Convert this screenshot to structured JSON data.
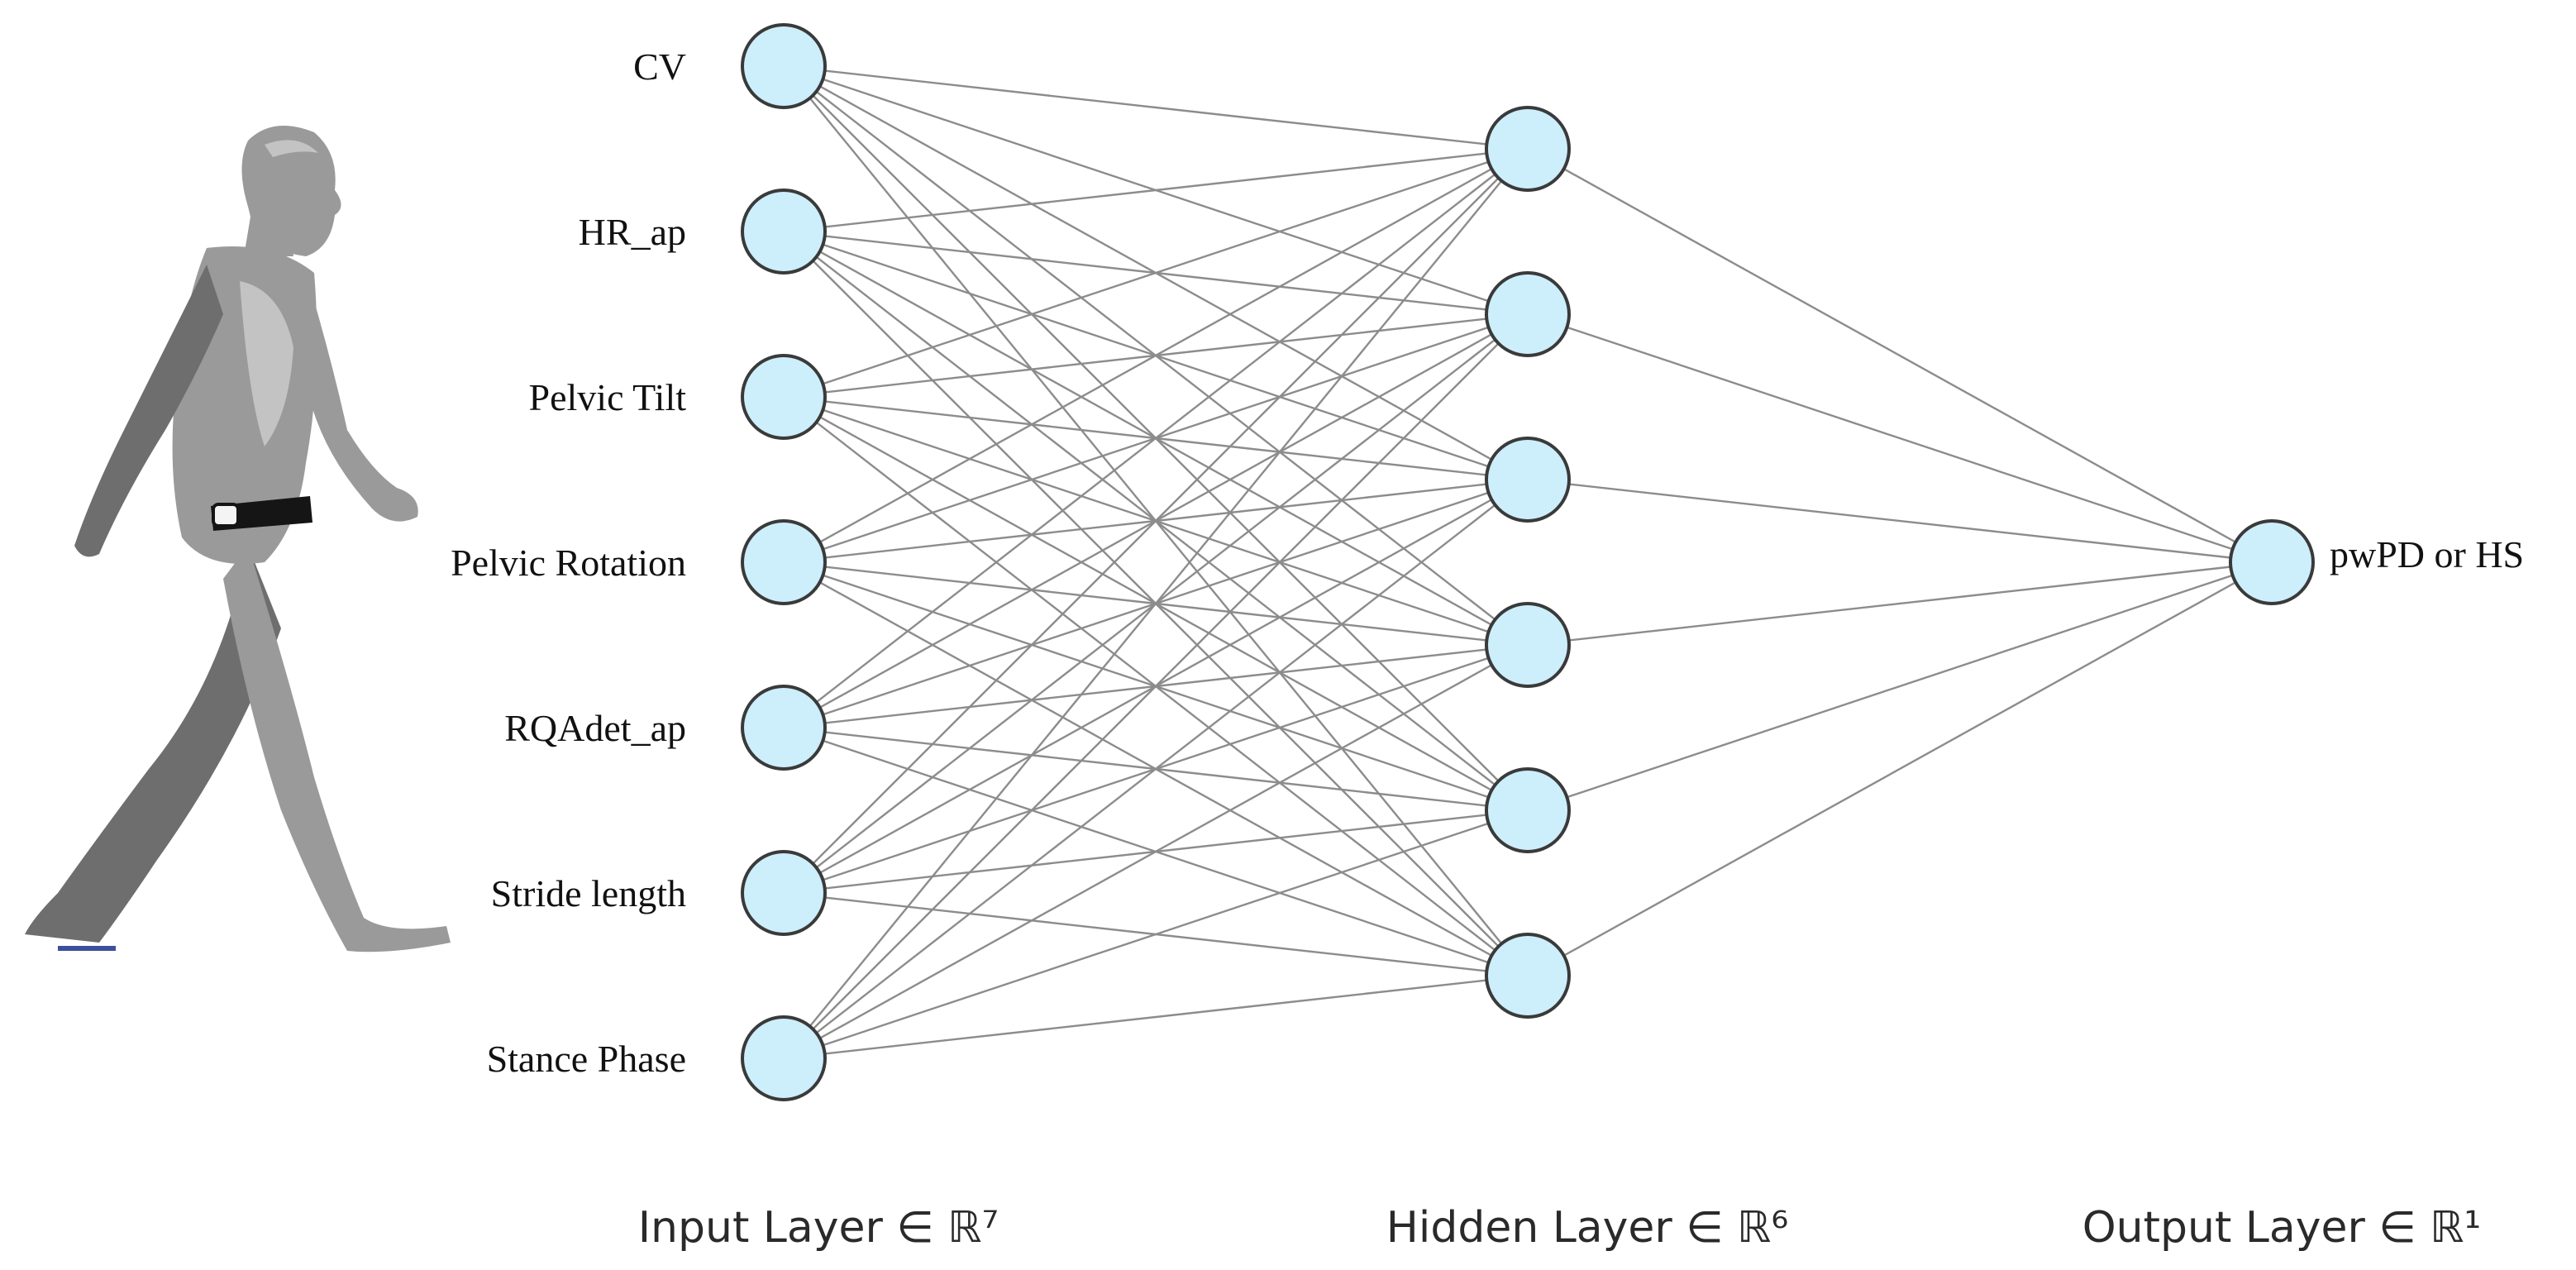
{
  "input_labels": [
    "CV",
    "HR_ap",
    "Pelvic Tilt",
    "Pelvic Rotation",
    "RQAdet_ap",
    "Stride length",
    "Stance Phase"
  ],
  "hidden_count": 6,
  "output_label": "pwPD or HS",
  "layer_titles": {
    "input": "Input Layer ∈ ℝ⁷",
    "hidden": "Hidden Layer ∈ ℝ⁶",
    "output": "Output Layer ∈ ℝ¹"
  },
  "colors": {
    "node_fill": "#cdeefb",
    "node_stroke": "#3a3a3a",
    "edge": "#8c8c8c"
  },
  "illustration": "walking-person-with-sensor-belt"
}
